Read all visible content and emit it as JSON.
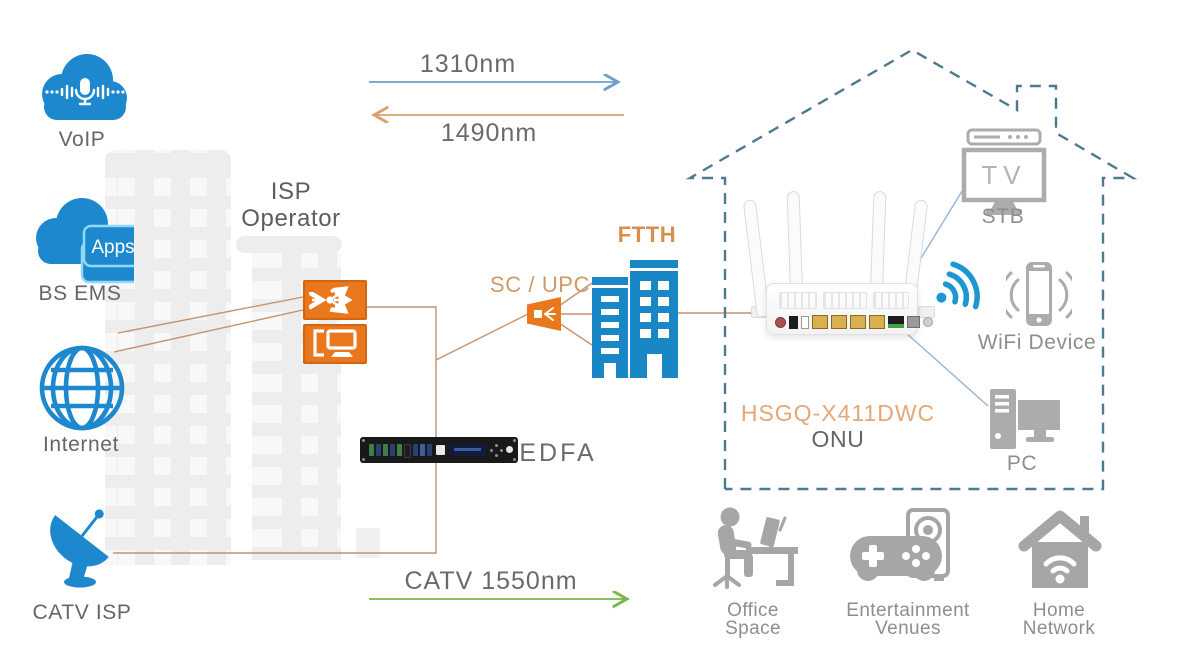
{
  "nodes": {
    "voip": {
      "label": "VoIP"
    },
    "bs_ems": {
      "label": "BS EMS",
      "badge": "Apps"
    },
    "internet": {
      "label": "Internet"
    },
    "catv_isp": {
      "label": "CATV ISP"
    },
    "isp_operator": {
      "line1": "ISP",
      "line2": "Operator"
    },
    "edfa": {
      "label": "EDFA"
    },
    "sc_upc": {
      "label": "SC / UPC"
    },
    "ftth": {
      "label": "FTTH"
    },
    "onu": {
      "model": "HSGQ-X411DWC",
      "name": "ONU"
    },
    "stb": {
      "label": "STB",
      "screen_text": "TV"
    },
    "wifi_device": {
      "label": "WiFi Device"
    },
    "pc": {
      "label": "PC"
    },
    "office": {
      "line1": "Office",
      "line2": "Space"
    },
    "entertainment": {
      "line1": "Entertainment",
      "line2": "Venues"
    },
    "home_network": {
      "line1": "Home",
      "line2": "Network"
    }
  },
  "flows": {
    "downstream": {
      "label": "1310nm",
      "direction": "right",
      "color": "#6f9fc8"
    },
    "upstream": {
      "label": "1490nm",
      "direction": "left",
      "color": "#dba16c"
    },
    "catv": {
      "label": "CATV 1550nm",
      "direction": "right",
      "color": "#7ab648"
    }
  },
  "colors": {
    "blue_icon": "#1e88cf",
    "orange_icon": "#e8771e",
    "tan_line": "#c8916a",
    "blue_line": "#9ab8d6",
    "green_arrow": "#7ab648",
    "house_dash": "#4d7b8e",
    "gray_icon": "#a9a9a9",
    "accent_text_orange": "#d98e4c",
    "wifi_blue": "#1e96d2"
  }
}
